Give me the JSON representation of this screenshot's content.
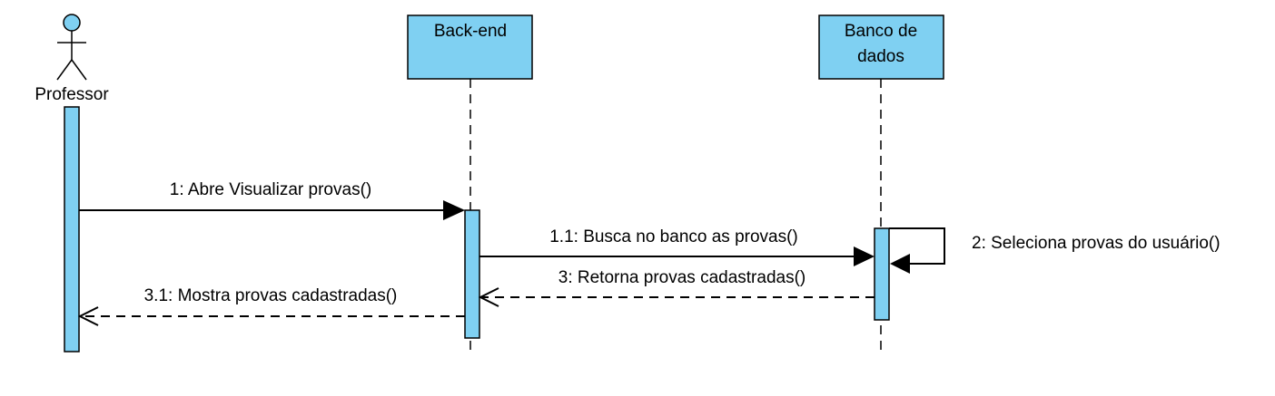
{
  "actor": {
    "name": "Professor"
  },
  "participants": [
    {
      "id": "backend",
      "label_lines": [
        "Back-end"
      ]
    },
    {
      "id": "db",
      "label_lines": [
        "Banco de",
        "dados"
      ]
    }
  ],
  "messages": [
    {
      "id": "m1",
      "label": "1: Abre Visualizar provas()",
      "type": "sync"
    },
    {
      "id": "m11",
      "label": "1.1: Busca no banco as provas()",
      "type": "sync"
    },
    {
      "id": "m2",
      "label": "2: Seleciona provas do usuário()",
      "type": "self"
    },
    {
      "id": "m3",
      "label": "3: Retorna provas cadastradas()",
      "type": "return"
    },
    {
      "id": "m31",
      "label": "3.1: Mostra provas cadastradas()",
      "type": "return"
    }
  ],
  "colors": {
    "box_fill": "#7fd0f2",
    "line": "#000000",
    "background": "#ffffff"
  }
}
